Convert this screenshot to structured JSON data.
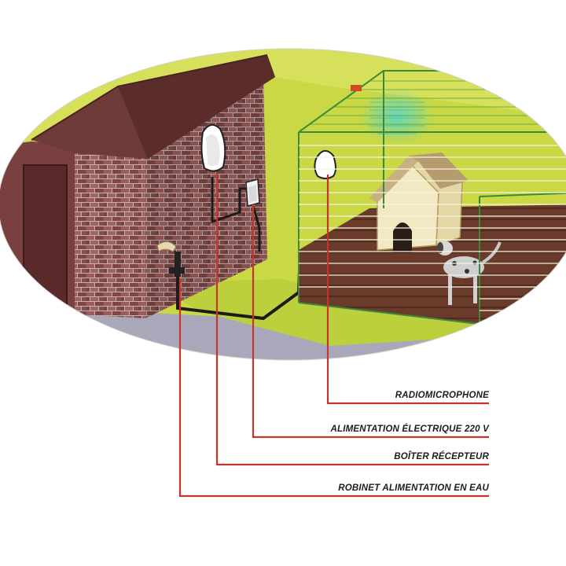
{
  "diagram": {
    "callouts": [
      {
        "id": "radiomicrophone",
        "label": "RADIOMICROPHONE"
      },
      {
        "id": "power",
        "label": "ALIMENTATION ÉLECTRIQUE 220 V"
      },
      {
        "id": "receiver",
        "label": "BOÎTER RÉCEPTEUR"
      },
      {
        "id": "water-tap",
        "label": "ROBINET ALIMENTATION EN EAU"
      }
    ],
    "colors": {
      "lawn": "#c9d844",
      "brick": "#8e4e4e",
      "roof": "#6e3b38",
      "path": "#a9a8bb",
      "kennel_floor": "#6a3a2a",
      "cage_frame": "#3a8a3a",
      "callout_line": "#c8342a",
      "cable": "#1d1a1a"
    }
  }
}
